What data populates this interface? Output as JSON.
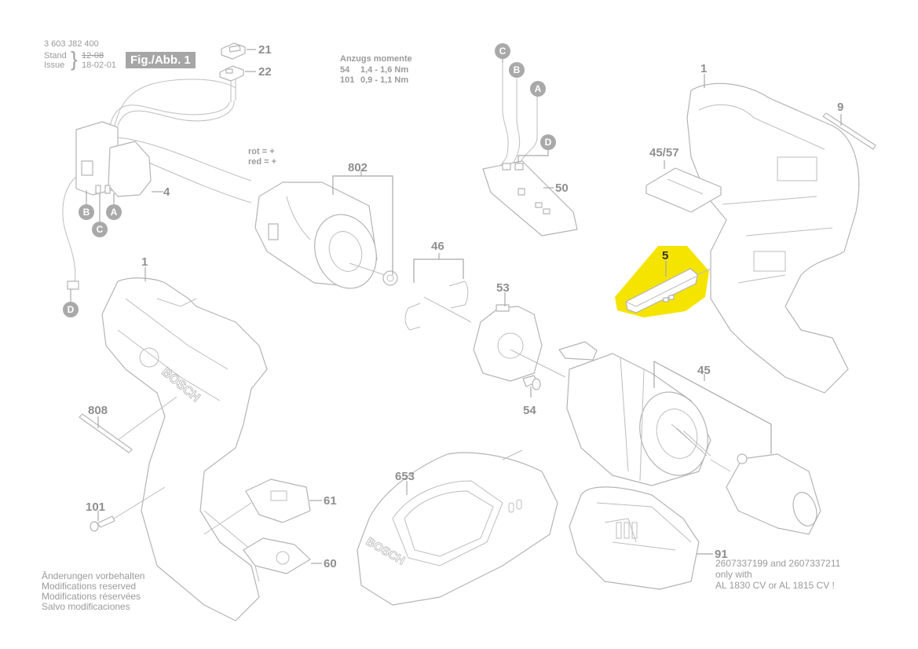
{
  "header": {
    "document_number": "3 603 J82 400",
    "stand_label": "Stand",
    "issue_label": "Issue",
    "stand_value_struck": "12-08",
    "issue_value": "18-02-01",
    "figure_badge": "Fig./Abb. 1"
  },
  "torque_note": {
    "title": "Anzugs momente",
    "rows": [
      {
        "part": "54",
        "value": "1,4 - 1,6 Nm"
      },
      {
        "part": "101",
        "value": "0,9 - 1,1 Nm"
      }
    ]
  },
  "wire_note": {
    "line1": "rot = +",
    "line2": "red = +"
  },
  "footer_note": [
    "Änderungen vorbehalten",
    "Modifications reserved",
    "Modifications réservées",
    "Salvo modificaciones"
  ],
  "battery_note": {
    "line1": "2607337199 and 2607337211",
    "line2": "only with",
    "line3": "AL 1830 CV or AL 1815 CV !"
  },
  "highlight": {
    "part_number": "5",
    "color": "#f5e400"
  },
  "part_labels": {
    "p21": "21",
    "p22": "22",
    "p4": "4",
    "p802": "802",
    "p50": "50",
    "p1_right": "1",
    "p9": "9",
    "p45_57": "45/57",
    "p5": "5",
    "p46": "46",
    "p53": "53",
    "p54": "54",
    "p45": "45",
    "p1_left": "1",
    "p808": "808",
    "p101": "101",
    "p61": "61",
    "p60": "60",
    "p653": "653",
    "p91": "91"
  },
  "connectors": {
    "switch_b": "B",
    "switch_a": "A",
    "switch_c": "C",
    "cable_d": "D",
    "board_c": "C",
    "board_b": "B",
    "board_a": "A",
    "board_d": "D"
  },
  "branding": {
    "housing_logo": "BOSCH",
    "charger_logo": "BOSCH"
  }
}
